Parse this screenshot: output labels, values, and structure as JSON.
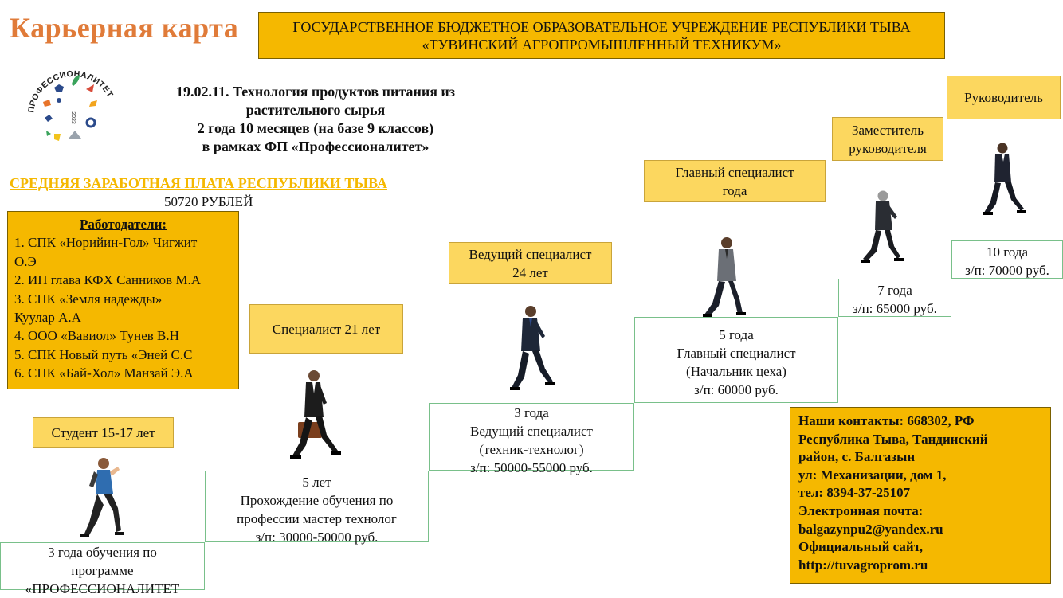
{
  "header": {
    "title": "Карьерная карта",
    "org_line1": "ГОСУДАРСТВЕННОЕ БЮДЖЕТНОЕ ОБРАЗОВАТЕЛЬНОЕ УЧРЕЖДЕНИЕ РЕСПУБЛИКИ ТЫВА",
    "org_line2": "«ТУВИНСКИЙ АГРОПРОМЫШЛЕННЫЙ ТЕХНИКУМ»"
  },
  "logo": {
    "text": "ПРОФЕССИОНАЛИТЕТ",
    "year": "2023",
    "icon": "professionalitet-logo"
  },
  "program": {
    "line1": "19.02.11. Технология продуктов питания из",
    "line2": "растительного сырья",
    "line3": "2 года 10 месяцев (на базе 9 классов)",
    "line4": "в рамках ФП «Профессионалитет»"
  },
  "salary": {
    "heading": "СРЕДНЯЯ ЗАРАБОТНАЯ ПЛАТА РЕСПУБЛИКИ ТЫВА",
    "value": "50720 РУБЛЕЙ"
  },
  "employers": {
    "heading": "Работодатели:",
    "lines": [
      "1. СПК «Норийин-Гол» Чигжит",
      "О.Э",
      "2. ИП глава КФХ Санников М.А",
      "3. СПК «Земля надежды»",
      "Куулар А.А",
      "4. ООО «Вавиол» Тунев В.Н",
      "5. СПК Новый путь «Эней С.С",
      "6. СПК «Бай-Хол» Манзай Э.А"
    ]
  },
  "roles": {
    "student": "Студент 15-17 лет",
    "specialist": "Специалист 21 лет",
    "lead_line1": "Ведущий специалист",
    "lead_line2": "24 лет",
    "chief_line1": "Главный специалист",
    "chief_line2": "года",
    "deputy_line1": "Заместитель",
    "deputy_line2": "руководителя",
    "head": "Руководитель"
  },
  "steps": [
    {
      "lines": [
        "3 года обучения по",
        "программе",
        "«ПРОФЕССИОНАЛИТЕТ"
      ]
    },
    {
      "lines": [
        "5 лет",
        "Прохождение обучения по",
        "профессии  мастер технолог",
        "з/п: 30000-50000 руб."
      ]
    },
    {
      "lines": [
        "3 года",
        "Ведущий специалист",
        "(техник-технолог)",
        "з/п: 50000-55000 руб."
      ]
    },
    {
      "lines": [
        "5 года",
        "Главный специалист",
        "(Начальник цеха)",
        "з/п: 60000 руб."
      ]
    },
    {
      "lines": [
        "7 года",
        "з/п: 65000 руб."
      ]
    },
    {
      "lines": [
        "10 года",
        "з/п: 70000 руб."
      ]
    }
  ],
  "contacts": {
    "lines": [
      "Наши контакты: 668302, РФ",
      "Республика Тыва, Тандинский",
      "район, с. Балгазын",
      "ул: Механизации, дом 1,",
      "тел: 8394-37-25107",
      "Электронная почта:",
      "balgazynpu2@yandex.ru",
      "Официальный сайт,",
      "http://tuvagroprom.ru"
    ]
  },
  "colors": {
    "accent": "#f5b800",
    "title": "#e07b39",
    "label_box": "#fcd75f",
    "step_border": "#79c08a"
  },
  "figures": [
    "student-walking-icon",
    "businessman-briefcase-icon",
    "businessman-walking-icon",
    "manager-walking-icon",
    "deputy-walking-icon",
    "director-walking-icon"
  ]
}
